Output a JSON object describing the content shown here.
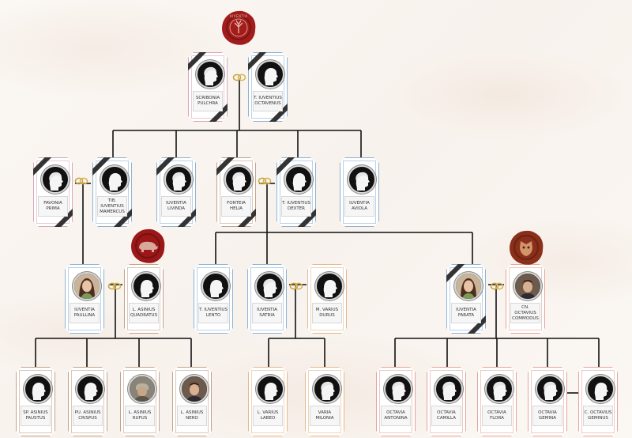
{
  "tree": {
    "seals": [
      {
        "id": "seal-top",
        "text": "IUVENTIA",
        "icon": "tree-icon",
        "color": "#a31c1c"
      },
      {
        "id": "seal-left",
        "icon": "boar-icon",
        "color": "#9c1717"
      },
      {
        "id": "seal-right",
        "icon": "lion-icon",
        "color": "#8b2f1b"
      }
    ],
    "people": [
      {
        "id": "scribonia",
        "line1": "SCRIBONIA",
        "line2": "PULCHRA",
        "color": "pink",
        "deceased": true,
        "gender": "f"
      },
      {
        "id": "t-iuventius-oct",
        "line1": "T. IUVENTIUS",
        "line2": "OCTAVENUS",
        "color": "blue",
        "deceased": true,
        "gender": "m"
      },
      {
        "id": "favonia",
        "line1": "FAVONIA",
        "line2": "PRIMA",
        "color": "pink",
        "deceased": true,
        "gender": "f"
      },
      {
        "id": "tib-iuventius",
        "line1": "TIB. IUVENTIUS",
        "line2": "MAMERCUS",
        "color": "blue",
        "deceased": true,
        "gender": "m"
      },
      {
        "id": "iuventia-livinda",
        "line1": "IUVENTIA",
        "line2": "LIVINDA",
        "color": "blue",
        "deceased": true,
        "gender": "f"
      },
      {
        "id": "fonteia",
        "line1": "FONTEIA",
        "line2": "HELIA",
        "color": "brown",
        "deceased": true,
        "gender": "f"
      },
      {
        "id": "t-iuventius-dex",
        "line1": "T. IUVENTIUS",
        "line2": "DEXTER",
        "color": "blue",
        "deceased": true,
        "gender": "m"
      },
      {
        "id": "iuventia-aviola",
        "line1": "IUVENTIA",
        "line2": "AVIOLA",
        "color": "blue",
        "deceased": false,
        "gender": "f"
      },
      {
        "id": "iuventia-paullina",
        "line1": "IUVENTIA",
        "line2": "PAULLINA",
        "color": "blue",
        "deceased": false,
        "gender": "f",
        "photo": "woman-portrait"
      },
      {
        "id": "l-asinius-q",
        "line1": "L. ASINIUS",
        "line2": "QUADRATUS",
        "color": "brown",
        "deceased": false,
        "gender": "m"
      },
      {
        "id": "t-iuventius-lento",
        "line1": "T. IUVENTIUS",
        "line2": "LENTO",
        "color": "blue",
        "deceased": false,
        "gender": "m"
      },
      {
        "id": "iuventia-satria",
        "line1": "IUVENTIA",
        "line2": "SATRIA",
        "color": "blue",
        "deceased": false,
        "gender": "f"
      },
      {
        "id": "m-varius",
        "line1": "M. VARIUS",
        "line2": "DURUS",
        "color": "orange",
        "deceased": false,
        "gender": "m"
      },
      {
        "id": "iuventia-fabata",
        "line1": "IUVENTIA",
        "line2": "FABATA",
        "color": "blue",
        "deceased": true,
        "gender": "f",
        "photo": "woman-portrait"
      },
      {
        "id": "cn-octavius",
        "line1": "CN. OCTAVIUS",
        "line2": "COMMODUS",
        "color": "salmon",
        "deceased": false,
        "gender": "m",
        "photo": "man-portrait"
      },
      {
        "id": "sp-asinius",
        "line1": "SP. ASINIUS",
        "line2": "FAUSTUS",
        "color": "brown",
        "deceased": false,
        "gender": "m"
      },
      {
        "id": "pu-asinius",
        "line1": "PU. ASINIUS",
        "line2": "CRISPUS",
        "color": "brown",
        "deceased": false,
        "gender": "m"
      },
      {
        "id": "l-asinius-rufus",
        "line1": "L. ASINIUS",
        "line2": "RUFUS",
        "color": "brown",
        "deceased": false,
        "gender": "m",
        "photo": "soldier-portrait"
      },
      {
        "id": "l-asinius-nero",
        "line1": "L. ASINIUS",
        "line2": "NERO",
        "color": "brown",
        "deceased": false,
        "gender": "m",
        "photo": "man-portrait"
      },
      {
        "id": "l-varius",
        "line1": "L. VARIUS",
        "line2": "LABEO",
        "color": "orange",
        "deceased": false,
        "gender": "m"
      },
      {
        "id": "varia",
        "line1": "VARIA",
        "line2": "MILONIA",
        "color": "orange",
        "deceased": false,
        "gender": "f"
      },
      {
        "id": "octavia-antonina",
        "line1": "OCTAVIA",
        "line2": "ANTONINA",
        "color": "salmon",
        "deceased": false,
        "gender": "f"
      },
      {
        "id": "octavia-camilla",
        "line1": "OCTAVIA",
        "line2": "CAMILLA",
        "color": "salmon",
        "deceased": false,
        "gender": "f"
      },
      {
        "id": "octavia-flora",
        "line1": "OCTAVIA",
        "line2": "FLORA",
        "color": "salmon",
        "deceased": false,
        "gender": "f"
      },
      {
        "id": "octavia-gemina",
        "line1": "OCTAVIA",
        "line2": "GEMINA",
        "color": "salmon",
        "deceased": false,
        "gender": "f"
      },
      {
        "id": "c-octavius",
        "line1": "C. OCTAVIUS",
        "line2": "GEMINUS",
        "color": "salmon",
        "deceased": false,
        "gender": "m"
      }
    ]
  }
}
